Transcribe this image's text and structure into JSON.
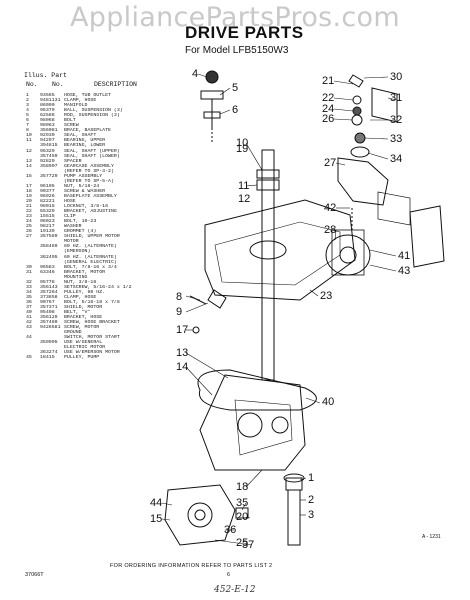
{
  "watermark": "AppliancePartsPros.com",
  "title": "DRIVE PARTS",
  "subtitle": "For Model LFB5150W3",
  "parts_list": {
    "headers": {
      "illus": "Illus. Part",
      "no": "No.",
      "part_no": "No.",
      "description": "DESCRIPTION"
    },
    "rows": [
      {
        "no": "1",
        "pn": "93565",
        "desc": "HOSE, TUB OUTLET"
      },
      {
        "no": "2",
        "pn": "9481131",
        "desc": "CLAMP, HOSE"
      },
      {
        "no": "3",
        "pn": "86090",
        "desc": "MANIFOLD"
      },
      {
        "no": "4",
        "pn": "96379",
        "desc": "BALL, SUSPENSION (3)"
      },
      {
        "no": "5",
        "pn": "62586",
        "desc": "ROD, SUSPENSION (3)"
      },
      {
        "no": "6",
        "pn": "98068",
        "desc": "BOLT"
      },
      {
        "no": "7",
        "pn": "98063",
        "desc": "SCREW"
      },
      {
        "no": "8",
        "pn": "356081",
        "desc": "BRACE, BASEPLATE"
      },
      {
        "no": "10",
        "pn": "92930",
        "desc": "SEAL, SHAFT"
      },
      {
        "no": "11",
        "pn": "94297",
        "desc": "BEARING, UPPER"
      },
      {
        "no": "",
        "pn": "394815",
        "desc": "BEARING, LOWER"
      },
      {
        "no": "12",
        "pn": "96329",
        "desc": "SEAL, SHAFT (UPPER)"
      },
      {
        "no": "",
        "pn": "357459",
        "desc": "SEAL, SHAFT (LOWER)"
      },
      {
        "no": "13",
        "pn": "92829",
        "desc": "SPACER"
      },
      {
        "no": "14",
        "pn": "358907",
        "desc": "GEARCASE ASSEMBLY"
      },
      {
        "no": "",
        "pn": "",
        "desc": "(REFER TO SP-3-2)"
      },
      {
        "no": "15",
        "pn": "357729",
        "desc": "PUMP ASSEMBLY"
      },
      {
        "no": "",
        "pn": "",
        "desc": "(REFER TO SP-5-A)"
      },
      {
        "no": "17",
        "pn": "96105",
        "desc": "NUT, 5/16-24"
      },
      {
        "no": "18",
        "pn": "90377",
        "desc": "SCREW & WASHER"
      },
      {
        "no": "19",
        "pn": "96926",
        "desc": "BASEPLATE ASSEMBLY"
      },
      {
        "no": "20",
        "pn": "82221",
        "desc": "HOSE"
      },
      {
        "no": "21",
        "pn": "98015",
        "desc": "LOCKNUT, 3/8-16"
      },
      {
        "no": "22",
        "pn": "65329",
        "desc": "BRACKET, ADJUSTING"
      },
      {
        "no": "23",
        "pn": "15515",
        "desc": "CLIP"
      },
      {
        "no": "24",
        "pn": "96023",
        "desc": "BOLT, 10-23"
      },
      {
        "no": "25",
        "pn": "98217",
        "desc": "WASHER"
      },
      {
        "no": "26",
        "pn": "19139",
        "desc": "GROMMET (4)"
      },
      {
        "no": "27",
        "pn": "357589",
        "desc": "SHIELD, UPPER MOTOR"
      },
      {
        "no": "",
        "pn": "",
        "desc": "MOTOR"
      },
      {
        "no": "",
        "pn": "358489",
        "desc": "60 HZ. (ALTERNATE)"
      },
      {
        "no": "",
        "pn": "",
        "desc": "(EMERSON)"
      },
      {
        "no": "",
        "pn": "362495",
        "desc": "60 HZ. (ALTERNATE)"
      },
      {
        "no": "",
        "pn": "",
        "desc": "(GENERAL ELECTRIC)"
      },
      {
        "no": "30",
        "pn": "96583",
        "desc": "BOLT, 7/8-16 x 3/4"
      },
      {
        "no": "31",
        "pn": "63346",
        "desc": "BRACKET, MOTOR"
      },
      {
        "no": "",
        "pn": "",
        "desc": "MOUNTING"
      },
      {
        "no": "32",
        "pn": "95778",
        "desc": "NUT, 3/8-16"
      },
      {
        "no": "33",
        "pn": "356143",
        "desc": "SETSCREW, 5/16-24 x 1/2"
      },
      {
        "no": "34",
        "pn": "357264",
        "desc": "PULLEY, 60 HZ."
      },
      {
        "no": "35",
        "pn": "373858",
        "desc": "CLAMP, HOSE"
      },
      {
        "no": "36",
        "pn": "90767",
        "desc": "BOLT, 5/16-18 x 7/8"
      },
      {
        "no": "37",
        "pn": "357371",
        "desc": "SHIELD, MOTOR"
      },
      {
        "no": "40",
        "pn": "95408",
        "desc": "BELT, \"V\""
      },
      {
        "no": "41",
        "pn": "356129",
        "desc": "BRACKET, HOSE"
      },
      {
        "no": "42",
        "pn": "357480",
        "desc": "SCREW, HOSE BRACKET"
      },
      {
        "no": "43",
        "pn": "9428581",
        "desc": "SCREW, MOTOR"
      },
      {
        "no": "",
        "pn": "",
        "desc": "GROUND"
      },
      {
        "no": "44",
        "pn": "",
        "desc": "SWITCH, MOTOR START"
      },
      {
        "no": "",
        "pn": "359995",
        "desc": "USE W/GENERAL"
      },
      {
        "no": "",
        "pn": "",
        "desc": "ELECTRIC MOTOR"
      },
      {
        "no": "",
        "pn": "363274",
        "desc": "USE W/EMERSON MOTOR"
      },
      {
        "no": "45",
        "pn": "18415",
        "desc": "PULLEY, PUMP"
      }
    ]
  },
  "callouts": [
    "4",
    "5",
    "6",
    "21",
    "22",
    "24",
    "26",
    "30",
    "31",
    "32",
    "33",
    "34",
    "10",
    "19",
    "11",
    "12",
    "27",
    "42",
    "28",
    "41",
    "43",
    "8",
    "9",
    "17",
    "13",
    "14",
    "23",
    "18",
    "35",
    "20",
    "36",
    "44",
    "15",
    "37",
    "40",
    "1",
    "2",
    "3",
    "25"
  ],
  "footer": "FOR ORDERING INFORMATION REFER TO PARTS LIST 2",
  "doc_code": "37066T",
  "page_no": "6",
  "handwriting": "452-E-12",
  "figure_ref": "A - 1231"
}
